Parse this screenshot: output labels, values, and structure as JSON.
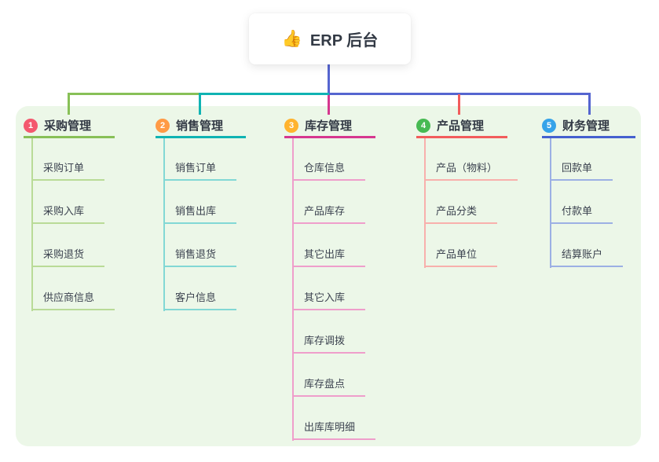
{
  "root": {
    "emoji": "👍",
    "label": "ERP 后台"
  },
  "branches": [
    {
      "num": "1",
      "label": "采购管理",
      "circle_color": "#f4586e",
      "line_color": "#88c057",
      "child_line_color": "#b9db97",
      "children": [
        "采购订单",
        "采购入库",
        "采购退货",
        "供应商信息"
      ]
    },
    {
      "num": "2",
      "label": "销售管理",
      "circle_color": "#ff9a45",
      "line_color": "#10b3b3",
      "child_line_color": "#82d8d5",
      "children": [
        "销售订单",
        "销售出库",
        "销售退货",
        "客户信息"
      ]
    },
    {
      "num": "3",
      "label": "库存管理",
      "circle_color": "#ffb32e",
      "line_color": "#d6378f",
      "child_line_color": "#ef9ecb",
      "children": [
        "仓库信息",
        "产品库存",
        "其它出库",
        "其它入库",
        "库存调拨",
        "库存盘点",
        "出库库明细"
      ]
    },
    {
      "num": "4",
      "label": "产品管理",
      "circle_color": "#47ba53",
      "line_color": "#f25c5c",
      "child_line_color": "#f8b0ac",
      "children": [
        "产品（物料）",
        "产品分类",
        "产品单位"
      ]
    },
    {
      "num": "5",
      "label": "财务管理",
      "circle_color": "#36a3e9",
      "line_color": "#4560cf",
      "child_line_color": "#9cb0e4",
      "children": [
        "回款单",
        "付款单",
        "结算账户"
      ]
    }
  ],
  "palette": {
    "root_connector": "#5565d0",
    "panel_background": "#ecf7e8",
    "card_background": "#ffffff",
    "text": "#333a45"
  }
}
